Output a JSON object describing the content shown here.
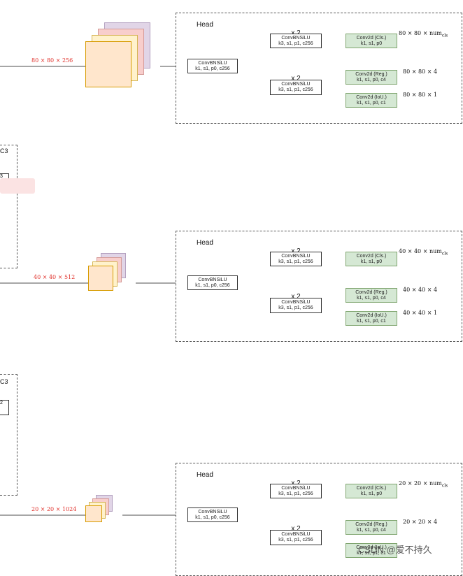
{
  "levels": [
    {
      "input_dim": "80 × 80 × 256",
      "head_title": "Head",
      "stem": {
        "l1": "ConvBNSiLU",
        "l2": "k1, s1, p0, c256"
      },
      "upper": {
        "rep": "x 2",
        "l1": "ConvBNSiLU",
        "l2": "k3, s1, p1, c256"
      },
      "lower": {
        "rep": "x 2",
        "l1": "ConvBNSiLU",
        "l2": "k3, s1, p1, c256"
      },
      "cls": {
        "l1": "Conv2d (Cls.)",
        "l2": "k1, s1, p0",
        "out": "80 × 80 × num_cls"
      },
      "reg": {
        "l1": "Conv2d (Reg.)",
        "l2": "k1, s1, p0, c4",
        "out": "80 × 80 × 4"
      },
      "iou": {
        "l1": "Conv2d (IoU.)",
        "l2": "k1, s1, p0, c1",
        "out": "80 × 80 × 1"
      }
    },
    {
      "input_dim": "40 × 40 × 512",
      "head_title": "Head",
      "stem": {
        "l1": "ConvBNSiLU",
        "l2": "k1, s1, p0, c256"
      },
      "upper": {
        "rep": "x 2",
        "l1": "ConvBNSiLU",
        "l2": "k3, s1, p1, c256"
      },
      "lower": {
        "rep": "x 2",
        "l1": "ConvBNSiLU",
        "l2": "k3, s1, p1, c256"
      },
      "cls": {
        "l1": "Conv2d (Cls.)",
        "l2": "k1, s1, p0",
        "out": "40 × 40 × num_cls"
      },
      "reg": {
        "l1": "Conv2d (Reg.)",
        "l2": "k1, s1, p0, c4",
        "out": "40 × 40 × 4"
      },
      "iou": {
        "l1": "Conv2d (IoU.)",
        "l2": "k1, s1, p0, c1",
        "out": "40 × 40 × 1"
      }
    },
    {
      "input_dim": "20 × 20 × 1024",
      "head_title": "Head",
      "stem": {
        "l1": "ConvBNSiLU",
        "l2": "k1, s1, p0, c256"
      },
      "upper": {
        "rep": "x 2",
        "l1": "ConvBNSiLU",
        "l2": "k3, s1, p1, c256"
      },
      "lower": {
        "rep": "x 2",
        "l1": "ConvBNSiLU",
        "l2": "k3, s1, p1, c256"
      },
      "cls": {
        "l1": "Conv2d (Cls.)",
        "l2": "k1, s1, p0",
        "out": "20 × 20 × num_cls"
      },
      "reg": {
        "l1": "Conv2d (Reg.)",
        "l2": "k1, s1, p0, c4",
        "out": "20 × 20 × 4"
      },
      "iou": {
        "l1": "Conv2d (IoU.)",
        "l2": "k1, s1, p1, c1",
        "out": ""
      }
    }
  ],
  "c3_blocks": [
    {
      "label": "C3",
      "inner": "3"
    },
    {
      "label": "C3",
      "inner": "2"
    }
  ],
  "watermark": "CSDN @爱不持久",
  "colors": {
    "red_dim": "#e0302a",
    "green_box": "#d5e8d4",
    "purple": "#e1d5e7",
    "pink": "#f8cecc",
    "yellow": "#fff2cc",
    "orange": "#ffe6cc"
  }
}
